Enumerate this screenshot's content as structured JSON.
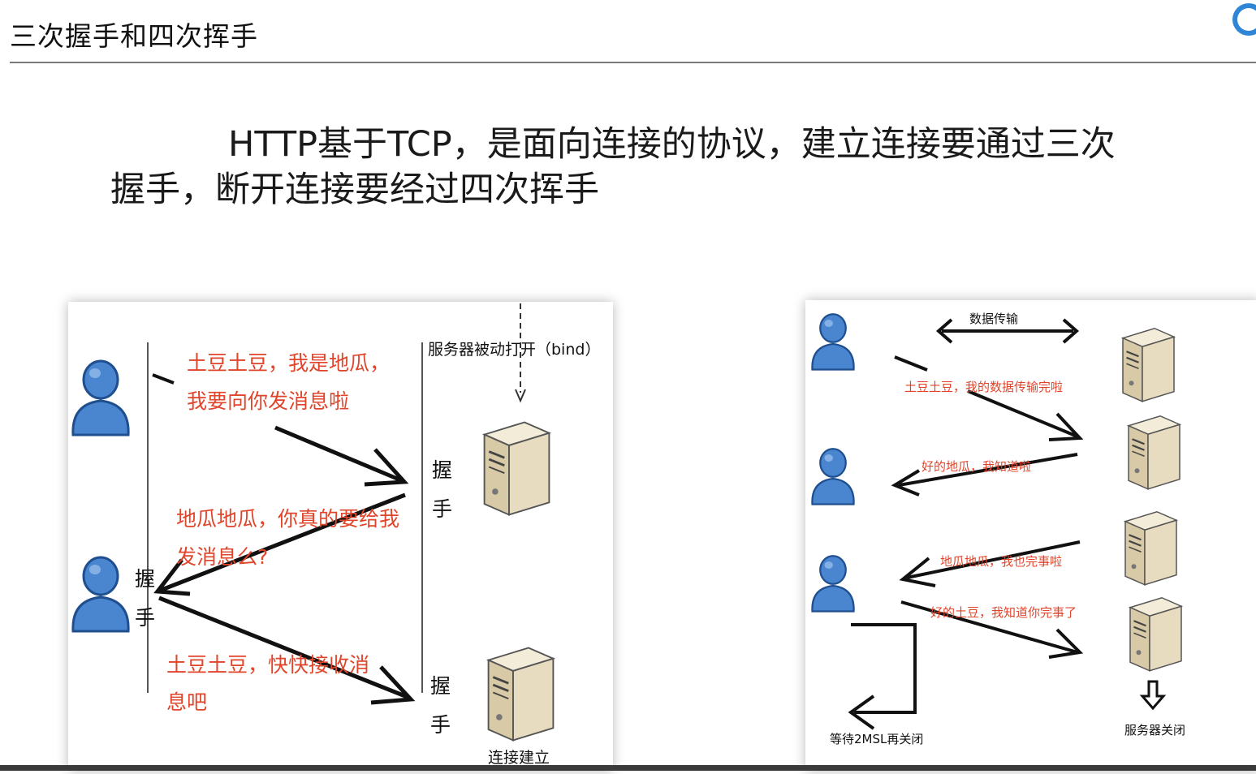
{
  "slide": {
    "title": "三次握手和四次挥手",
    "intro_line1": "HTTP基于TCP，是面向连接的协议，建立连接要通过三次",
    "intro_line2": "握手，断开连接要经过四次挥手"
  },
  "handshake": {
    "server_bind": "服务器被动打开（bind）",
    "msg1_line1": "土豆土豆，我是地瓜，",
    "msg1_line2": "我要向你发消息啦",
    "msg2_line1": "地瓜地瓜，你真的要给我",
    "msg2_line2": "发消息么?",
    "msg3_line1": "土豆土豆，快快接收消",
    "msg3_line2": "息吧",
    "label_wo": "握",
    "label_shou": "手",
    "connection_established": "连接建立"
  },
  "wave": {
    "data_transfer": "数据传输",
    "msg1": "土豆土豆，我的数据传输完啦",
    "msg2": "好的地瓜，我知道啦",
    "msg3": "地瓜地瓜，我也完事啦",
    "msg4": "好的土豆，我知道你完事了",
    "client_wait": "等待2MSL再关闭",
    "server_closed": "服务器关闭"
  },
  "colors": {
    "message_text": "#e0452b",
    "user_icon": "#4a86cf",
    "server_icon": "#e8dcc0"
  }
}
